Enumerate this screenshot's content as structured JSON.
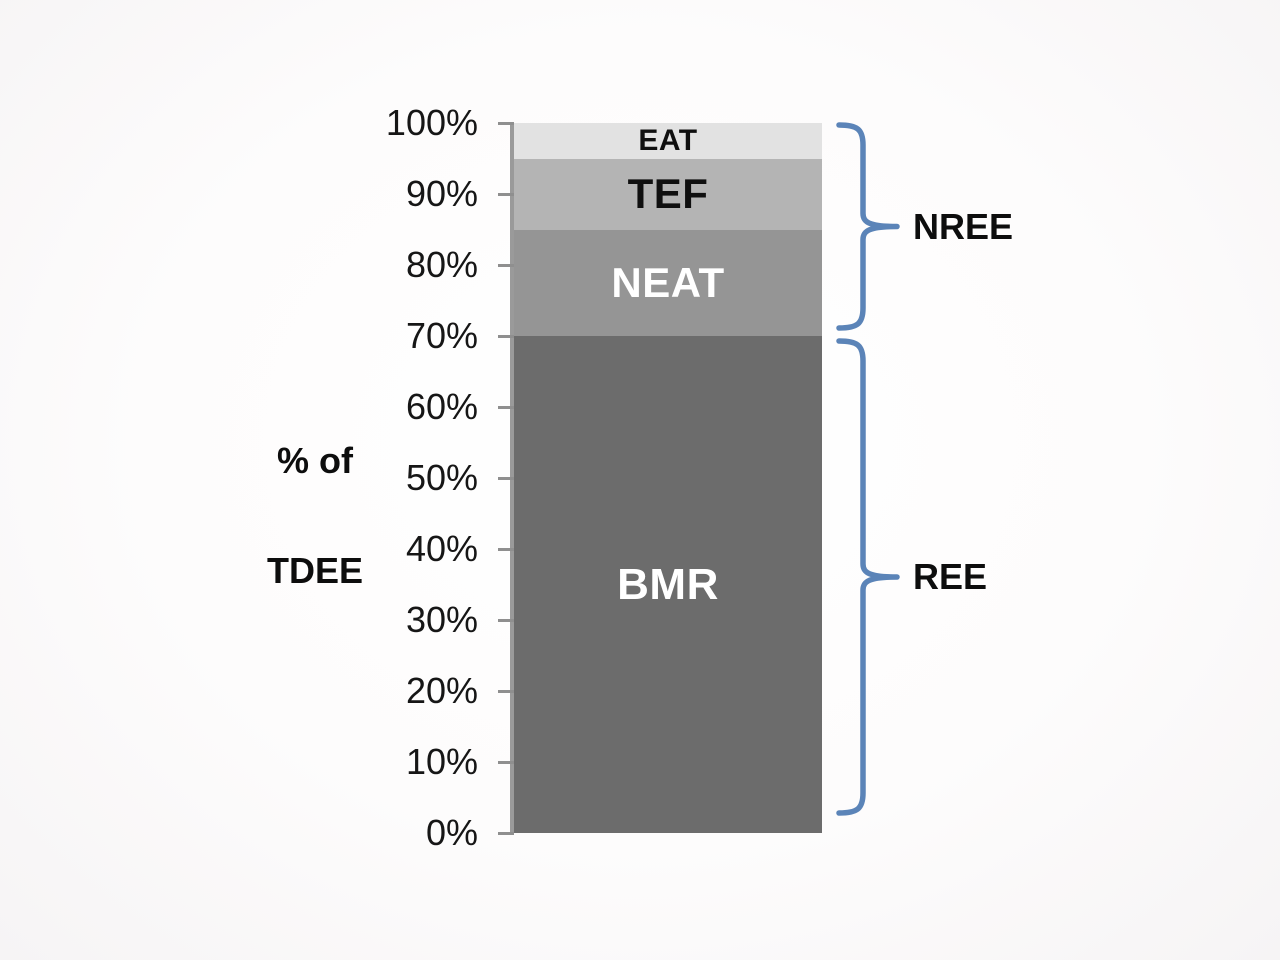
{
  "chart_data": {
    "type": "bar",
    "variant": "single-stacked-column",
    "title": "",
    "ylabel": "% of TDEE",
    "ylabel_lines": [
      "% of",
      "TDEE"
    ],
    "ylim": [
      0,
      100
    ],
    "ytick_step": 10,
    "ytick_labels": [
      "0%",
      "10%",
      "20%",
      "30%",
      "40%",
      "50%",
      "60%",
      "70%",
      "80%",
      "90%",
      "100%"
    ],
    "grid": false,
    "legend": "none",
    "segments": [
      {
        "label": "BMR",
        "from": 0,
        "to": 70,
        "value": 70,
        "color": "#6c6c6c",
        "label_color": "#ffffff"
      },
      {
        "label": "NEAT",
        "from": 70,
        "to": 85,
        "value": 15,
        "color": "#959595",
        "label_color": "#ffffff"
      },
      {
        "label": "TEF",
        "from": 85,
        "to": 95,
        "value": 10,
        "color": "#b4b4b4",
        "label_color": "#0f0f0f"
      },
      {
        "label": "EAT",
        "from": 95,
        "to": 100,
        "value": 5,
        "color": "#e2e2e2",
        "label_color": "#0f0f0f"
      }
    ],
    "brackets": [
      {
        "label": "NREE",
        "from": 70,
        "to": 100
      },
      {
        "label": "REE",
        "from": 0,
        "to": 70
      }
    ],
    "colors": {
      "bracket": "#5b84b8",
      "axis": "#8f8f8f",
      "text": "#0d0d0d",
      "background": "#fcfbfb"
    }
  }
}
